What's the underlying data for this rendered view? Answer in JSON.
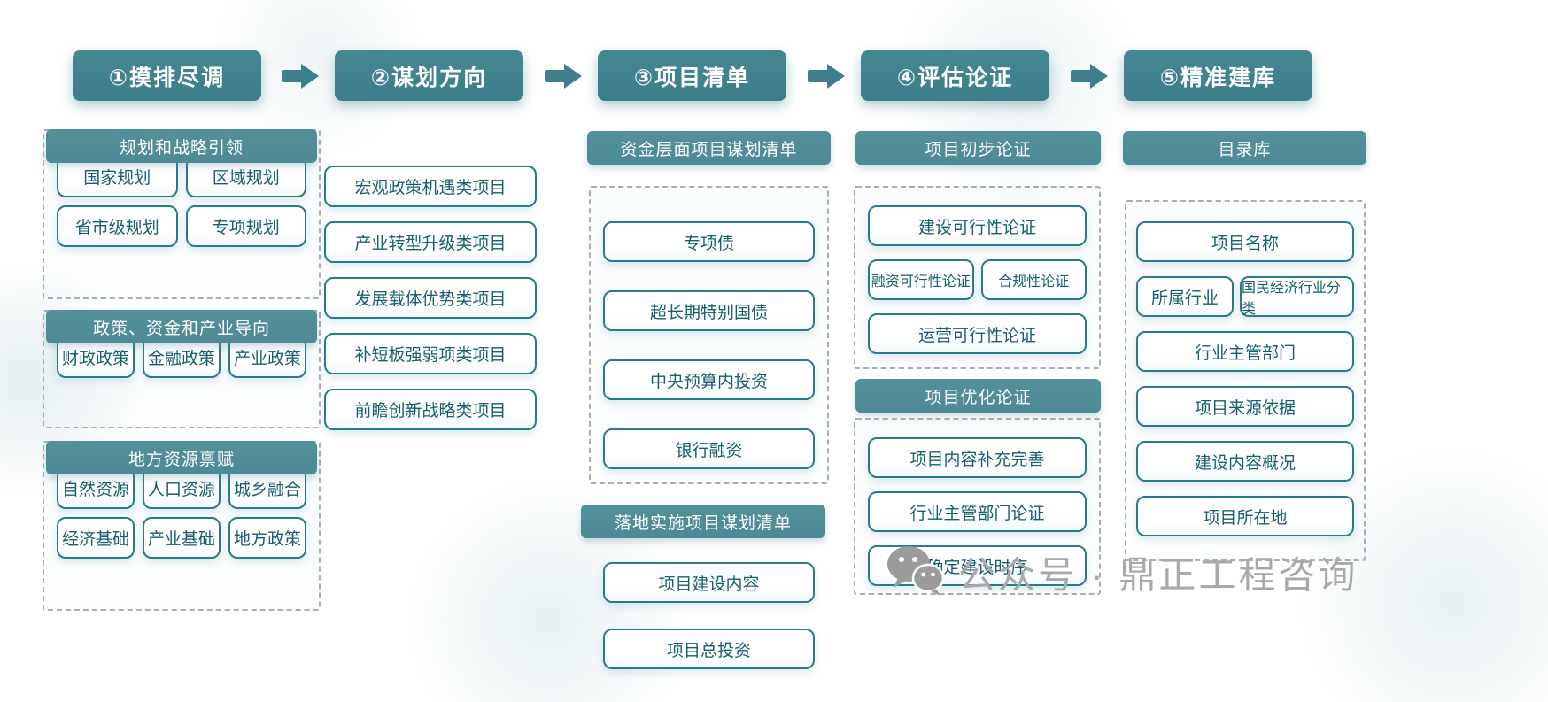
{
  "colors": {
    "header_teal": "#3d7f8b",
    "bar_teal": "#4d8a95",
    "box_border": "#2b7a8a",
    "box_text": "#155f6f",
    "dashed_border": "#a4b0b3",
    "watermark_gray": "#a9a9a9"
  },
  "steps": [
    {
      "label": "①摸排尽调",
      "groups": [
        {
          "title": "规划和战略引领",
          "rows": [
            [
              "国家规划",
              "区域规划"
            ],
            [
              "省市级规划",
              "专项规划"
            ]
          ]
        },
        {
          "title": "政策、资金和产业导向",
          "rows": [
            [
              "财政政策",
              "金融政策",
              "产业政策"
            ]
          ]
        },
        {
          "title": "地方资源禀赋",
          "rows": [
            [
              "自然资源",
              "人口资源",
              "城乡融合"
            ],
            [
              "经济基础",
              "产业基础",
              "地方政策"
            ]
          ]
        }
      ]
    },
    {
      "label": "②谋划方向",
      "items": [
        "宏观政策机遇类项目",
        "产业转型升级类项目",
        "发展载体优势类项目",
        "补短板强弱项类项目",
        "前瞻创新战略类项目"
      ]
    },
    {
      "label": "③项目清单",
      "sections": [
        {
          "title": "资金层面项目谋划清单",
          "items": [
            "专项债",
            "超长期特别国债",
            "中央预算内投资",
            "银行融资"
          ]
        },
        {
          "title": "落地实施项目谋划清单",
          "items": [
            "项目建设内容",
            "项目总投资"
          ]
        }
      ]
    },
    {
      "label": "④评估论证",
      "sections": [
        {
          "title": "项目初步论证",
          "rows": [
            [
              "建设可行性论证"
            ],
            [
              "融资可行性论证",
              "合规性论证"
            ],
            [
              "运营可行性论证"
            ]
          ]
        },
        {
          "title": "项目优化论证",
          "rows": [
            [
              "项目内容补充完善"
            ],
            [
              "行业主管部门论证"
            ],
            [
              "确定建设时序"
            ]
          ]
        }
      ]
    },
    {
      "label": "⑤精准建库",
      "sections": [
        {
          "title": "目录库",
          "rows": [
            [
              "项目名称"
            ],
            [
              "所属行业",
              "国民经济行业分类"
            ],
            [
              "行业主管部门"
            ],
            [
              "项目来源依据"
            ],
            [
              "建设内容概况"
            ],
            [
              "项目所在地"
            ]
          ]
        }
      ]
    }
  ],
  "watermark": {
    "icon": "wechat-icon",
    "text": "公众号 · 鼎正工程咨询"
  }
}
